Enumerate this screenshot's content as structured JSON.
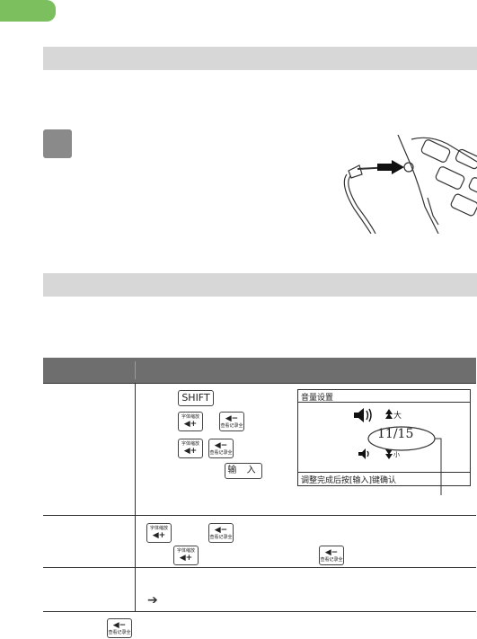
{
  "keys": {
    "shift": "SHIFT",
    "enter": "输 入",
    "font_plus_top": "字体缩放",
    "font_plus_sym": "◀+",
    "minus_sym": "◀−",
    "minus_bottom": "查看记录全"
  },
  "volume_screen": {
    "title": "音量设置",
    "label_big": "大",
    "label_small": "小",
    "level": "11/15",
    "footer": "调整完成后按[输入]键确认"
  },
  "colors": {
    "tab": "#7bbf5e",
    "section_bar": "#d7d7d7",
    "table_header": "#6e6e6e",
    "step_marker": "#8a8a8a"
  },
  "icons": {
    "arrow": "➔"
  }
}
